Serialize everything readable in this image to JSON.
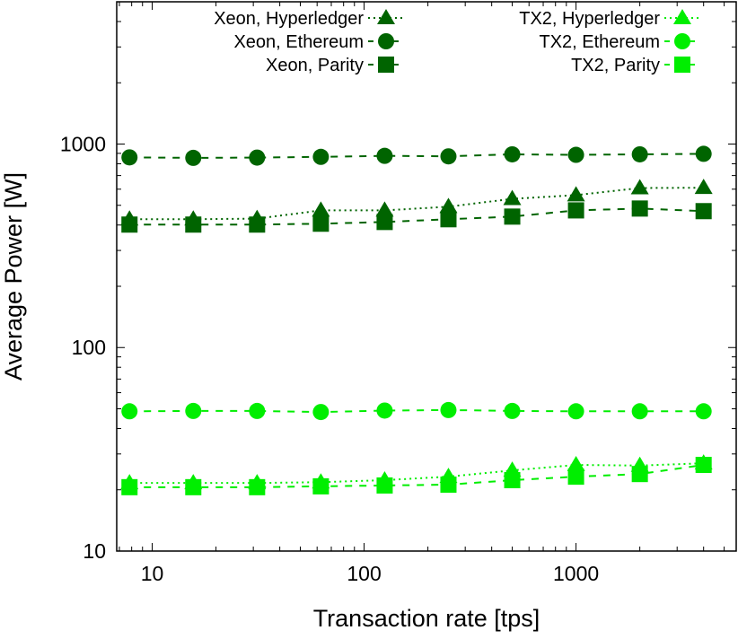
{
  "chart_data": {
    "type": "line",
    "title": "",
    "xlabel": "Transaction rate [tps]",
    "ylabel": "Average Power [W]",
    "xscale": "log",
    "yscale": "log",
    "xlim": [
      6.8,
      5700
    ],
    "ylim": [
      10,
      5000
    ],
    "xticks": [
      {
        "v": 10,
        "label": "10"
      },
      {
        "v": 100,
        "label": "100"
      },
      {
        "v": 1000,
        "label": "1000"
      }
    ],
    "yticks": [
      {
        "v": 10,
        "label": "10"
      },
      {
        "v": 100,
        "label": "100"
      },
      {
        "v": 1000,
        "label": "1000"
      }
    ],
    "grid": false,
    "legend_placement": "top",
    "x": [
      7.8125,
      15.625,
      31.25,
      62.5,
      125,
      250,
      500,
      1000,
      2000,
      4000
    ],
    "series": [
      {
        "name": "Xeon, Hyperledger",
        "color": "#006400",
        "marker": "triangle",
        "dash": "dotted",
        "values": [
          427,
          427,
          430,
          472,
          472,
          492,
          538,
          561,
          608,
          610
        ]
      },
      {
        "name": "Xeon, Ethereum",
        "color": "#006400",
        "marker": "circle",
        "dash": "dashed",
        "values": [
          860,
          855,
          858,
          865,
          875,
          870,
          890,
          885,
          890,
          895
        ]
      },
      {
        "name": "Xeon, Parity",
        "color": "#006400",
        "marker": "square",
        "dash": "dashed",
        "values": [
          402,
          402,
          402,
          406,
          414,
          427,
          440,
          472,
          482,
          468
        ]
      },
      {
        "name": "TX2, Hyperledger",
        "color": "#00ee00",
        "marker": "triangle",
        "dash": "dotted",
        "values": [
          21.6,
          21.6,
          21.6,
          21.8,
          22.3,
          23.2,
          24.9,
          26.5,
          26.3,
          27.0
        ]
      },
      {
        "name": "TX2, Ethereum",
        "color": "#00ee00",
        "marker": "circle",
        "dash": "dashed",
        "values": [
          48.6,
          48.8,
          48.8,
          48.2,
          49.0,
          49.3,
          48.8,
          48.6,
          48.6,
          48.6
        ]
      },
      {
        "name": "TX2, Parity",
        "color": "#00ee00",
        "marker": "square",
        "dash": "dashed",
        "values": [
          20.6,
          20.6,
          20.6,
          20.8,
          21.0,
          21.2,
          22.3,
          23.2,
          23.9,
          26.5
        ]
      }
    ]
  }
}
